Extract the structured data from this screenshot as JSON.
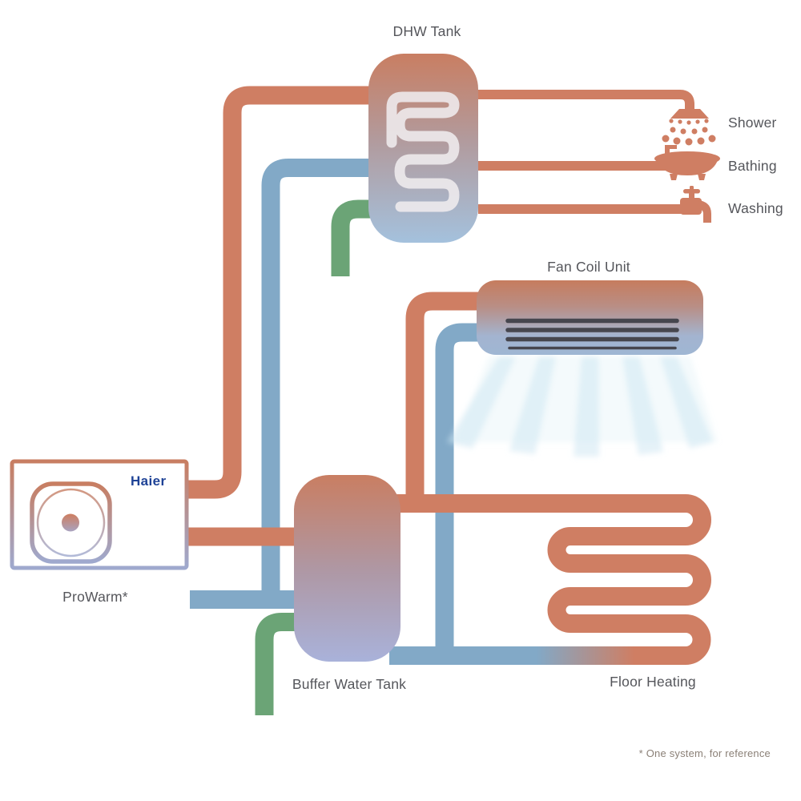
{
  "diagram": {
    "footnote": "* One system, for reference",
    "units": {
      "heat_pump": {
        "label": "ProWarm*",
        "brand": "Haier"
      },
      "dhw_tank": {
        "label": "DHW Tank"
      },
      "fan_coil": {
        "label": "Fan Coil Unit"
      },
      "buffer_tank": {
        "label": "Buffer Water Tank"
      },
      "floor_heating": {
        "label": "Floor Heating"
      }
    },
    "outlets": [
      {
        "label": "Shower"
      },
      {
        "label": "Bathing"
      },
      {
        "label": "Washing"
      }
    ],
    "colors": {
      "hot_pipe": "#CF7E63",
      "cold_pipe": "#82A9C7",
      "fresh_water_pipe": "#6BA476",
      "label_text": "#55565B",
      "brand_blue": "#1E4296",
      "footnote_text": "#8B8077",
      "vent_slats": "#46464E"
    }
  }
}
